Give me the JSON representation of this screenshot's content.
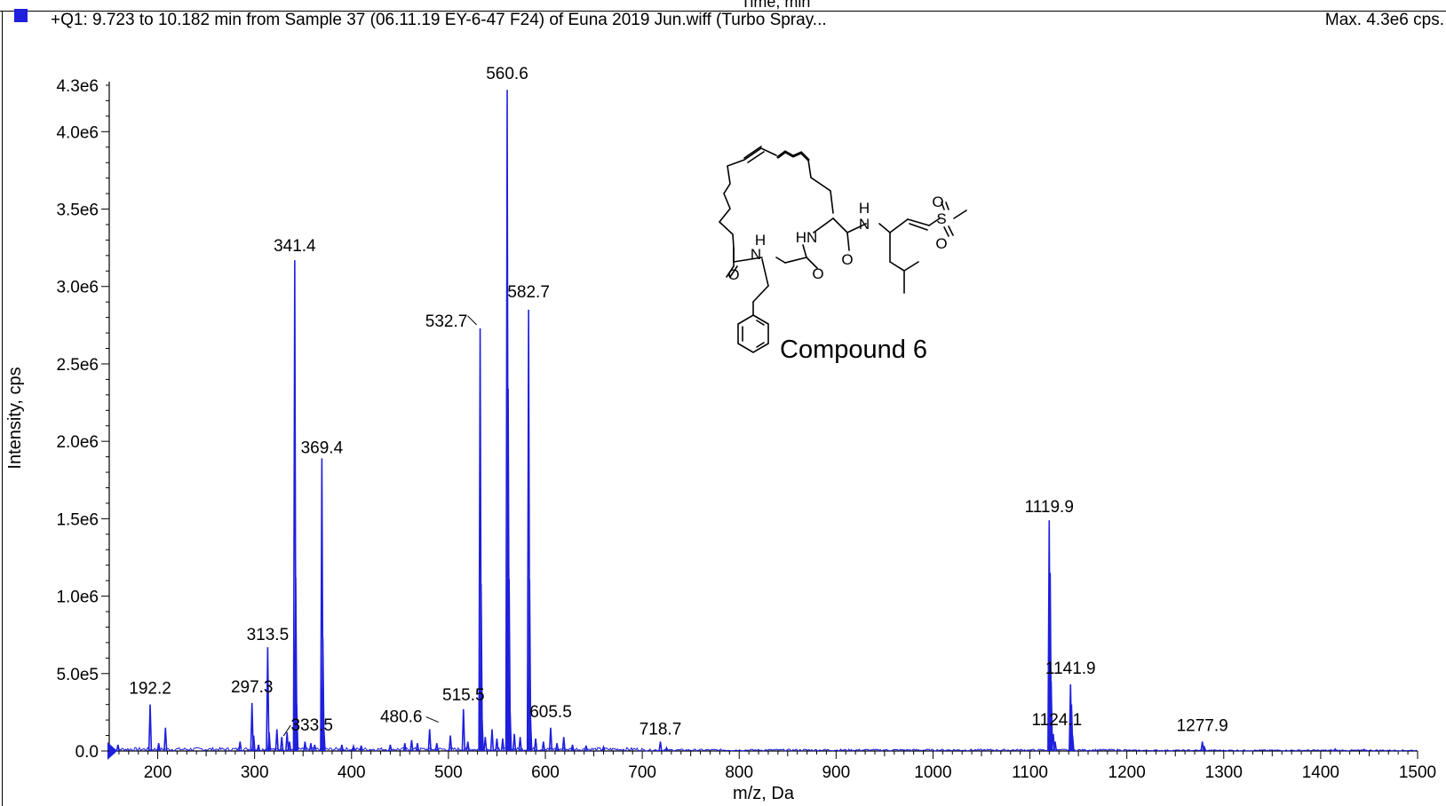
{
  "window": {
    "top_cut_label": "Time, min",
    "header_text": "+Q1: 9.723 to 10.182 min from Sample 37 (06.11.19 EY-6-47 F24) of Euna 2019 Jun.wiff (Turbo Spray...",
    "max_label": "Max. 4.3e6 cps."
  },
  "colors": {
    "series": "#1f1fdd",
    "axis": "#000000",
    "legend_marker": "#1f1fdd"
  },
  "structure": {
    "compound_label": "Compound 6",
    "atoms": [
      "O",
      "S",
      "O",
      "H",
      "N",
      "HN",
      "N",
      "H",
      "O",
      "O",
      "O"
    ]
  },
  "chart_data": {
    "type": "line",
    "title": "",
    "xlabel": "m/z, Da",
    "ylabel": "Intensity, cps",
    "xlim": [
      150,
      1500
    ],
    "ylim": [
      0,
      4300000
    ],
    "xticks": [
      200,
      300,
      400,
      500,
      600,
      700,
      800,
      900,
      1000,
      1100,
      1200,
      1300,
      1400,
      1500
    ],
    "xtick_labels": [
      "200",
      "300",
      "400",
      "500",
      "600",
      "700",
      "800",
      "900",
      "1000",
      "1100",
      "1200",
      "1300",
      "1400",
      "1500"
    ],
    "yticks": [
      0,
      500000,
      1000000,
      1500000,
      2000000,
      2500000,
      3000000,
      3500000,
      4000000,
      4300000
    ],
    "ytick_labels": [
      "0.0",
      "5.0e5",
      "1.0e6",
      "1.5e6",
      "2.0e6",
      "2.5e6",
      "3.0e6",
      "3.5e6",
      "4.0e6",
      "4.3e6"
    ],
    "series": [
      {
        "peaks": [
          [
            159,
            40000
          ],
          [
            192.2,
            300000
          ],
          [
            201,
            50000
          ],
          [
            208,
            150000
          ],
          [
            285,
            60000
          ],
          [
            297.3,
            310000
          ],
          [
            299,
            100000
          ],
          [
            304,
            40000
          ],
          [
            313.5,
            670000
          ],
          [
            315,
            120000
          ],
          [
            323,
            140000
          ],
          [
            328,
            90000
          ],
          [
            333.5,
            120000
          ],
          [
            336,
            60000
          ],
          [
            341.4,
            3170000
          ],
          [
            342.4,
            1120000
          ],
          [
            343.4,
            300000
          ],
          [
            352,
            60000
          ],
          [
            358,
            50000
          ],
          [
            362,
            40000
          ],
          [
            369.4,
            1890000
          ],
          [
            370.4,
            730000
          ],
          [
            371.4,
            150000
          ],
          [
            390,
            40000
          ],
          [
            402,
            30000
          ],
          [
            410,
            35000
          ],
          [
            440,
            40000
          ],
          [
            455,
            50000
          ],
          [
            462,
            70000
          ],
          [
            468,
            50000
          ],
          [
            480.6,
            140000
          ],
          [
            488,
            50000
          ],
          [
            502,
            100000
          ],
          [
            515.5,
            270000
          ],
          [
            520,
            60000
          ],
          [
            532.7,
            2730000
          ],
          [
            533.7,
            1080000
          ],
          [
            534.7,
            200000
          ],
          [
            538,
            90000
          ],
          [
            545,
            140000
          ],
          [
            550,
            80000
          ],
          [
            556,
            80000
          ],
          [
            560.6,
            4270000
          ],
          [
            561.6,
            2340000
          ],
          [
            562.6,
            1110000
          ],
          [
            563.6,
            250000
          ],
          [
            568,
            110000
          ],
          [
            574,
            90000
          ],
          [
            582.7,
            2850000
          ],
          [
            583.7,
            1110000
          ],
          [
            584.7,
            200000
          ],
          [
            590,
            80000
          ],
          [
            598,
            60000
          ],
          [
            605.5,
            150000
          ],
          [
            612,
            50000
          ],
          [
            619,
            90000
          ],
          [
            628,
            40000
          ],
          [
            642,
            35000
          ],
          [
            660,
            25000
          ],
          [
            718.7,
            60000
          ],
          [
            725,
            20000
          ],
          [
            1119.9,
            1490000
          ],
          [
            1120.9,
            1150000
          ],
          [
            1121.9,
            450000
          ],
          [
            1124.1,
            110000
          ],
          [
            1126,
            60000
          ],
          [
            1141.9,
            430000
          ],
          [
            1142.9,
            300000
          ],
          [
            1144,
            100000
          ],
          [
            1277.9,
            60000
          ],
          [
            1280,
            25000
          ],
          [
            1415,
            12000
          ],
          [
            1445,
            10000
          ]
        ]
      }
    ],
    "peak_labels": [
      {
        "x": 560.6,
        "y": 4270000,
        "text": "560.6"
      },
      {
        "x": 341.4,
        "y": 3170000,
        "text": "341.4"
      },
      {
        "x": 582.7,
        "y": 2850000,
        "text": "582.7"
      },
      {
        "x": 532.7,
        "y": 2730000,
        "text": "532.7"
      },
      {
        "x": 369.4,
        "y": 1890000,
        "text": "369.4"
      },
      {
        "x": 1119.9,
        "y": 1490000,
        "text": "1119.9"
      },
      {
        "x": 313.5,
        "y": 670000,
        "text": "313.5"
      },
      {
        "x": 1141.9,
        "y": 430000,
        "text": "1141.9"
      },
      {
        "x": 192.2,
        "y": 300000,
        "text": "192.2"
      },
      {
        "x": 297.3,
        "y": 310000,
        "text": "297.3"
      },
      {
        "x": 515.5,
        "y": 270000,
        "text": "515.5"
      },
      {
        "x": 605.5,
        "y": 150000,
        "text": "605.5"
      },
      {
        "x": 333.5,
        "y": 120000,
        "text": "333.5"
      },
      {
        "x": 480.6,
        "y": 140000,
        "text": "480.6"
      },
      {
        "x": 718.7,
        "y": 60000,
        "text": "718.7"
      },
      {
        "x": 1124.1,
        "y": 110000,
        "text": "1124.1"
      },
      {
        "x": 1277.9,
        "y": 60000,
        "text": "1277.9"
      }
    ]
  }
}
